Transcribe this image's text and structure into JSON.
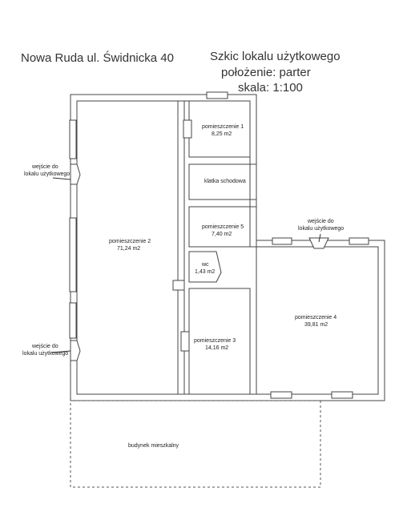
{
  "header": {
    "address": "Nowa Ruda ul. Świdnicka 40",
    "title": "Szkic lokalu użytkowego",
    "floor": "położenie: parter",
    "scale": "skala: 1:100"
  },
  "rooms": {
    "r1": {
      "name": "pomieszczenie 1",
      "area": "8,25 m2"
    },
    "stair": {
      "name": "klatka schodowa"
    },
    "r5": {
      "name": "pomieszczenie 5",
      "area": "7,40 m2"
    },
    "wc": {
      "name": "wc",
      "area": "1,43 m2"
    },
    "r2": {
      "name": "pomieszczenie 2",
      "area": "71,24 m2"
    },
    "r3": {
      "name": "pomieszczenie 3",
      "area": "14,16 m2"
    },
    "r4": {
      "name": "pomieszczenie 4",
      "area": "39,81 m2"
    },
    "building": {
      "name": "budynek mieszkalny"
    }
  },
  "entrances": {
    "top_left": [
      "wejście do",
      "lokalu użytkowego"
    ],
    "bottom_left": [
      "wejście do",
      "lokalu użytkowego"
    ],
    "right": [
      "wejście do",
      "lokalu użytkowego"
    ]
  }
}
